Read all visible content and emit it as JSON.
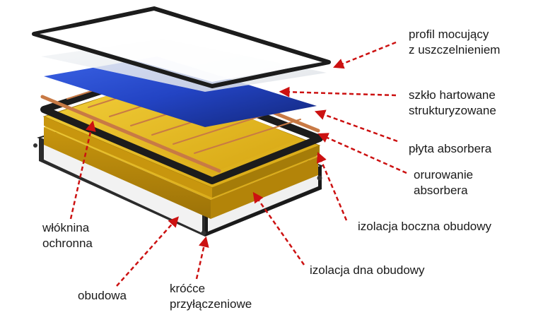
{
  "labels": {
    "profil": {
      "line1": "profil mocujący",
      "line2": "z uszczelnieniem"
    },
    "szklo": {
      "line1": "szkło hartowane",
      "line2": "strukturyzowane"
    },
    "plyta": {
      "line1": "płyta absorbera"
    },
    "orurowanie": {
      "line1": "orurowanie",
      "line2": "absorbera"
    },
    "izolacja_boczna": {
      "line1": "izolacja boczna obudowy"
    },
    "izolacja_dna": {
      "line1": "izolacja dna obudowy"
    },
    "wloknina": {
      "line1": "włóknina",
      "line2": "ochronna"
    },
    "obudowa": {
      "line1": "obudowa"
    },
    "krocce": {
      "line1": "króćce",
      "line2": "przyłączeniowe"
    }
  },
  "colors": {
    "arrow": "#cc1111",
    "absorber_blue": "#1f3fbf",
    "insulation_yellow": "#e0b21a",
    "frame_black": "#1c1c1c",
    "copper": "#c87a45"
  }
}
